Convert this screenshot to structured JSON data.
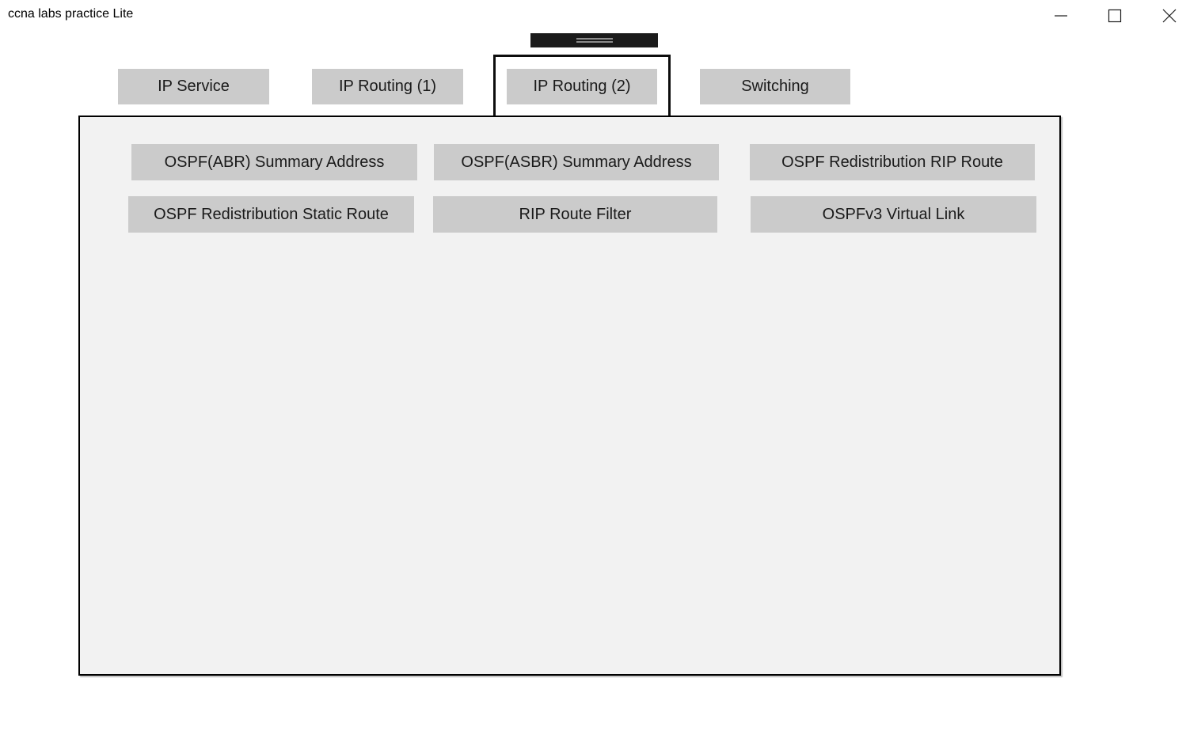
{
  "window": {
    "title": "ccna labs practice Lite",
    "controls": [
      {
        "name": "minimize",
        "icon": "minimize-icon"
      },
      {
        "name": "maximize",
        "icon": "maximize-icon"
      },
      {
        "name": "close",
        "icon": "close-icon"
      }
    ]
  },
  "drag_handle": {
    "icon": "grip-lines-icon"
  },
  "tabs": [
    {
      "label": "IP Service",
      "selected": false
    },
    {
      "label": "IP Routing (1)",
      "selected": false
    },
    {
      "label": "IP Routing (2)",
      "selected": true
    },
    {
      "label": "Switching",
      "selected": false
    }
  ],
  "panel": {
    "rows": [
      [
        "OSPF(ABR) Summary Address",
        "OSPF(ASBR) Summary Address",
        "OSPF Redistribution RIP Route"
      ],
      [
        "OSPF Redistribution Static Route",
        "RIP Route Filter",
        "OSPFv3 Virtual Link"
      ]
    ]
  },
  "colors": {
    "button_bg": "#cbcbcb",
    "panel_bg": "#f2f2f2",
    "panel_border": "#000000",
    "handle_bg": "#1b1b1b",
    "handle_line": "#8c8c8c",
    "text": "#1a1a1a"
  }
}
